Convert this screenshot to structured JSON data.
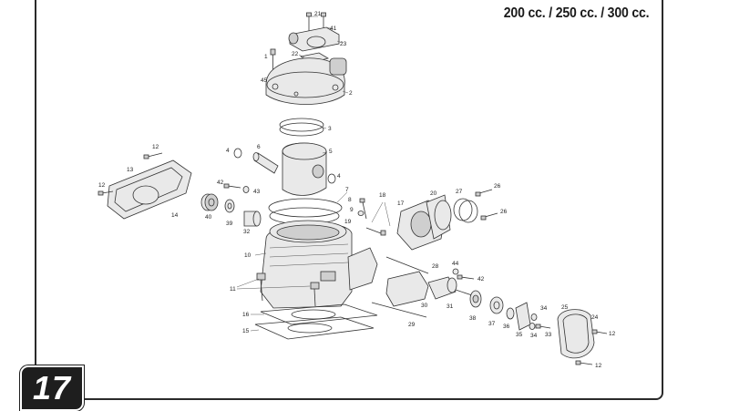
{
  "header": {
    "title": "200 cc. / 250 cc. / 300 cc."
  },
  "page_badge": "17",
  "callouts": [
    "21",
    "41",
    "23",
    "22",
    "1",
    "45",
    "2",
    "3",
    "4",
    "6",
    "5",
    "4",
    "12",
    "13",
    "12",
    "14",
    "42",
    "43",
    "40",
    "39",
    "32",
    "7",
    "8",
    "18",
    "17",
    "20",
    "27",
    "26",
    "26",
    "9",
    "19",
    "10",
    "11",
    "28",
    "44",
    "42",
    "31",
    "38",
    "37",
    "36",
    "35",
    "34",
    "34",
    "33",
    "25",
    "24",
    "12",
    "12",
    "30",
    "29",
    "16",
    "15"
  ]
}
